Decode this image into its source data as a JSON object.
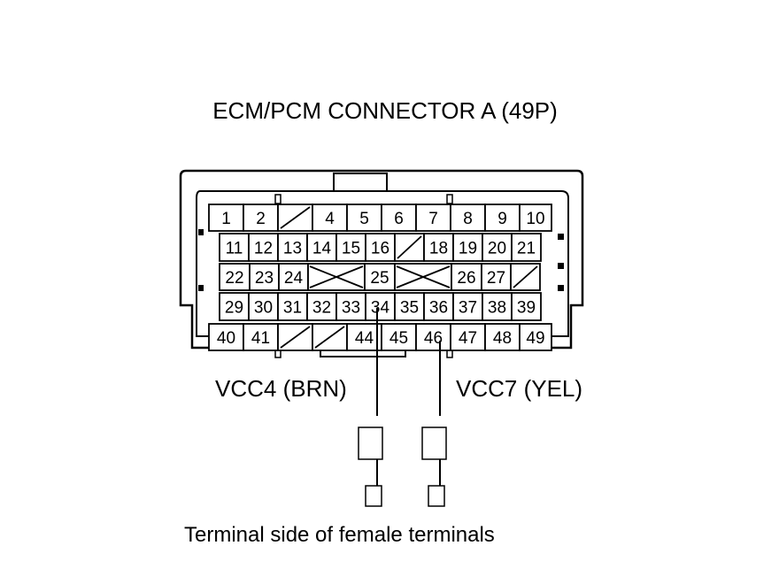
{
  "diagram": {
    "title": "ECM/PCM CONNECTOR A (49P)",
    "wires": [
      {
        "label": "VCC4 (BRN)",
        "pin": "34"
      },
      {
        "label": "VCC7 (YEL)",
        "pin": "46"
      }
    ],
    "caption": "Terminal side of female terminals",
    "rows": [
      [
        "1",
        "2",
        "/",
        "4",
        "5",
        "6",
        "7",
        "8",
        "9",
        "10"
      ],
      [
        "11",
        "12",
        "13",
        "14",
        "15",
        "16",
        "/",
        "18",
        "19",
        "20",
        "21"
      ],
      [
        "22",
        "23",
        "24",
        "X",
        "25",
        "X",
        "26",
        "27",
        "/"
      ],
      [
        "29",
        "30",
        "31",
        "32",
        "33",
        "34",
        "35",
        "36",
        "37",
        "38",
        "39"
      ],
      [
        "40",
        "41",
        "/",
        "/",
        "44",
        "45",
        "46",
        "47",
        "48",
        "49"
      ]
    ]
  }
}
